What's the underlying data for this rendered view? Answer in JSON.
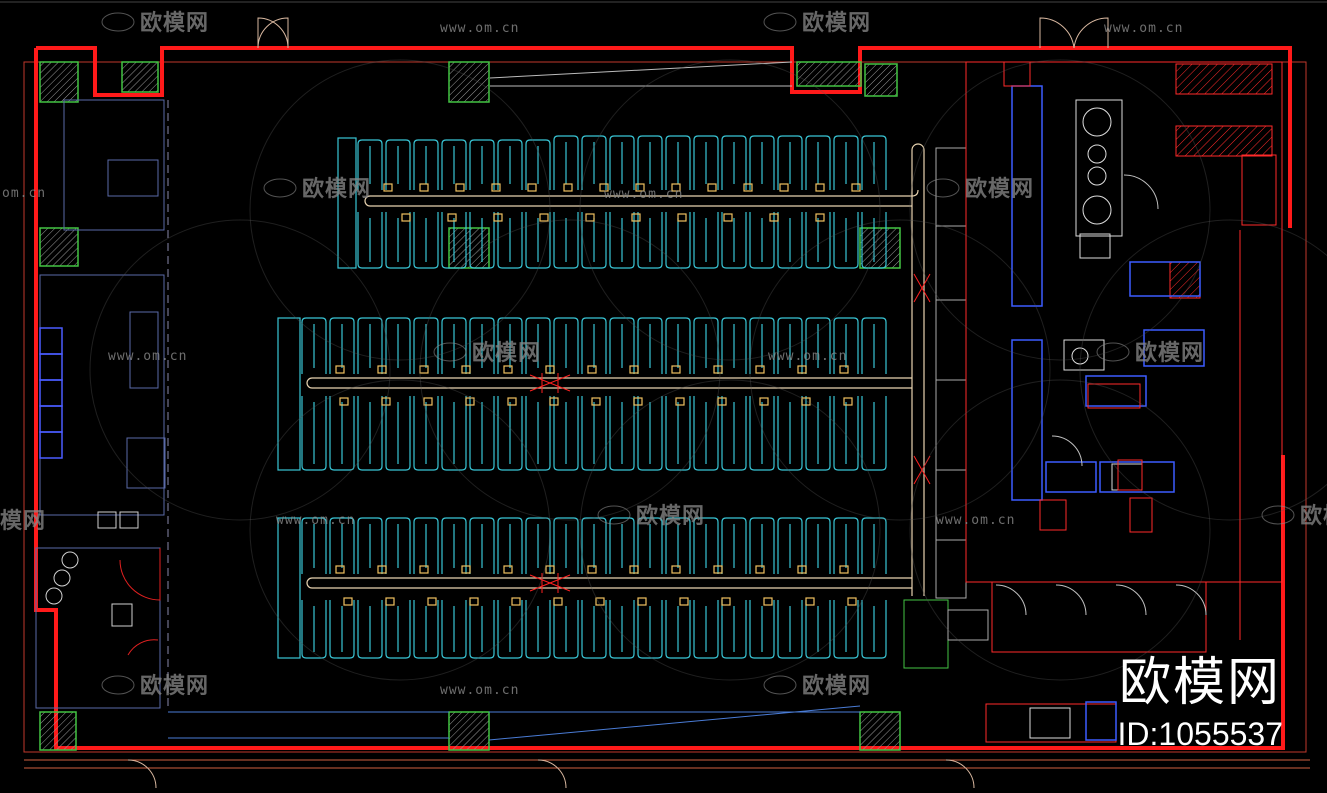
{
  "watermark": {
    "logo_text": "欧模网",
    "url_text": "www.om.cn",
    "partial_url": "om.cn",
    "partial_logo": "模网"
  },
  "brand": {
    "title": "欧模网",
    "id_label": "ID:1055537"
  },
  "colors": {
    "background": "#000000",
    "outer_wall": "#ff1a1a",
    "shelving": "#39c6d6",
    "kitchen_equipment": "#3c5cff",
    "conveyor_track": "#e8d3b0",
    "column_hatch": "#43c443",
    "watermark": "#8a8a8a"
  }
}
